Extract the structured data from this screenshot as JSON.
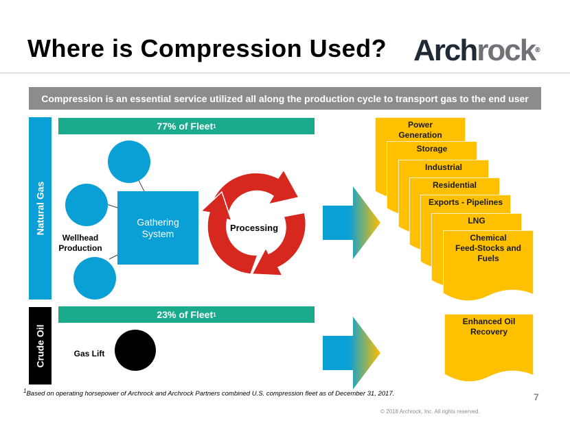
{
  "header": {
    "title": "Where is Compression Used?",
    "logo": {
      "part1": "Arch",
      "part2": "rock",
      "mark": "®"
    }
  },
  "banner": "Compression is an essential service utilized all along the production cycle to transport gas to the end user",
  "sections": {
    "natural_gas": {
      "label": "Natural Gas",
      "fleet": "77% of Fleet",
      "fleet_note": "1",
      "wellhead": [
        "Wellhead",
        "Production"
      ],
      "gathering": [
        "Gathering",
        "System"
      ],
      "processing": "Processing"
    },
    "crude_oil": {
      "label": "Crude Oil",
      "fleet": "23% of Fleet",
      "fleet_note": "1",
      "gas_lift": "Gas Lift"
    }
  },
  "end_uses": [
    [
      "Power",
      "Generation"
    ],
    [
      "Storage"
    ],
    [
      "Industrial"
    ],
    [
      "Residential"
    ],
    [
      "Exports - Pipelines"
    ],
    [
      "LNG"
    ],
    [
      "Chemical",
      "Feed-Stocks and",
      "Fuels"
    ]
  ],
  "crude_end_use": [
    "Enhanced Oil",
    "Recovery"
  ],
  "footnote": {
    "mark": "1",
    "text": "Based on operating horsepower of Archrock and Archrock Partners combined U.S. compression fleet as of December 31, 2017."
  },
  "page_number": "7",
  "copyright": "© 2018 Archrock, Inc. All rights reserved.",
  "colors": {
    "blue": "#0a9fd5",
    "green": "#1aab8c",
    "yellow": "#ffc000",
    "red": "#d6281f",
    "gray": "#8c8c8c"
  }
}
